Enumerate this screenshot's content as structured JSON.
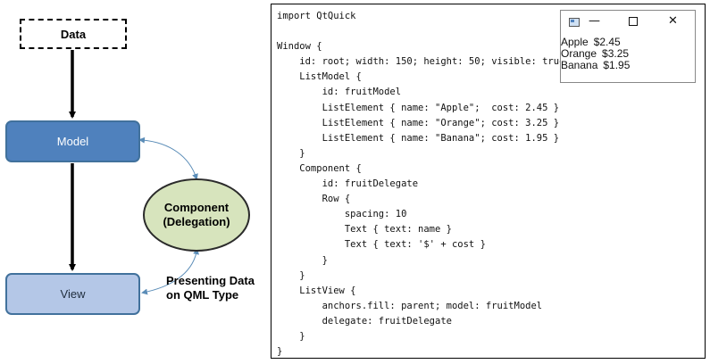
{
  "diagram": {
    "data_label": "Data",
    "model_label": "Model",
    "view_label": "View",
    "component_line1": "Component",
    "component_line2": "(Delegation)",
    "presenting_line1": "Presenting Data",
    "presenting_line2": "on QML Type"
  },
  "code": {
    "lines": [
      "import QtQuick",
      "",
      "Window {",
      "    id: root; width: 150; height: 50; visible: true",
      "    ListModel {",
      "        id: fruitModel",
      "        ListElement { name: \"Apple\";  cost: 2.45 }",
      "        ListElement { name: \"Orange\"; cost: 3.25 }",
      "        ListElement { name: \"Banana\"; cost: 1.95 }",
      "    }",
      "    Component {",
      "        id: fruitDelegate",
      "        Row {",
      "            spacing: 10",
      "            Text { text: name }",
      "            Text { text: '$' + cost }",
      "        }",
      "    }",
      "    ListView {",
      "        anchors.fill: parent; model: fruitModel",
      "        delegate: fruitDelegate",
      "    }",
      "}"
    ]
  },
  "window": {
    "icon": "app-window-icon",
    "minimize_glyph": "—",
    "close_glyph": "✕",
    "rows": [
      {
        "name": "Apple",
        "cost": "$2.45"
      },
      {
        "name": "Orange",
        "cost": "$3.25"
      },
      {
        "name": "Banana",
        "cost": "$1.95"
      }
    ]
  },
  "colors": {
    "model_fill": "#4f81bd",
    "view_fill": "#b4c7e7",
    "component_fill": "#d7e4bd",
    "connector": "#5b8db8"
  }
}
